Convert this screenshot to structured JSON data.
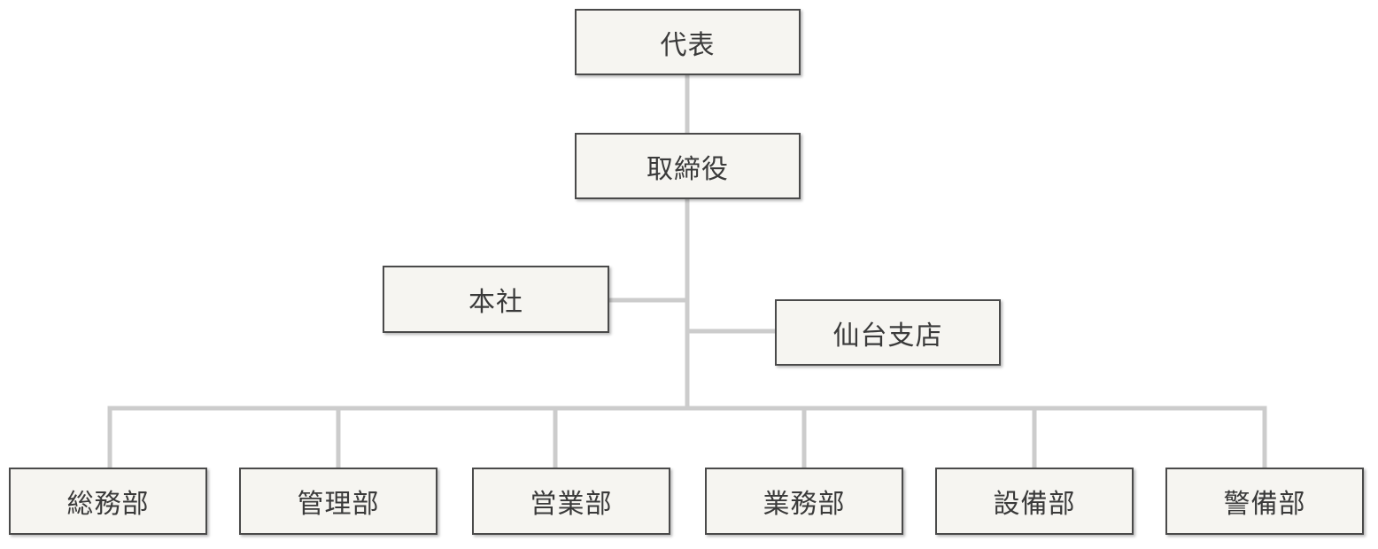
{
  "org_chart": {
    "top": {
      "label": "代表"
    },
    "directors": {
      "label": "取締役"
    },
    "branches": [
      {
        "label": "本社"
      },
      {
        "label": "仙台支店"
      }
    ],
    "departments": [
      {
        "label": "総務部"
      },
      {
        "label": "管理部"
      },
      {
        "label": "営業部"
      },
      {
        "label": "業務部"
      },
      {
        "label": "設備部"
      },
      {
        "label": "警備部"
      }
    ],
    "colors": {
      "connector": "#cccccc",
      "box_fill": "#f6f5f1",
      "box_border": "#4a4a4a",
      "text": "#3a3a3a"
    }
  }
}
